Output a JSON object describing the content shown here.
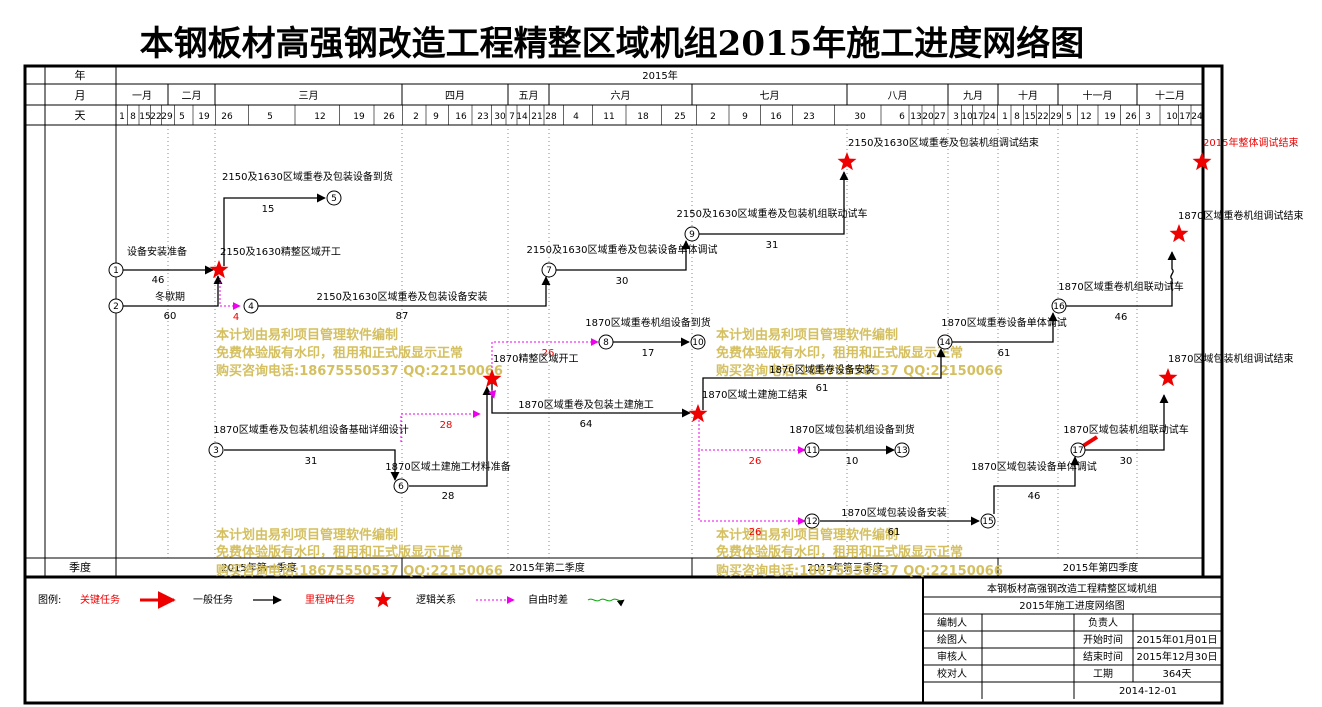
{
  "title": "本钢板材高强钢改造工程精整区域机组2015年施工进度网络图",
  "timescale": {
    "row_labels": {
      "year": "年",
      "month": "月",
      "day": "天",
      "quarter": "季度"
    },
    "year": "2015年",
    "months": [
      "一月",
      "二月",
      "三月",
      "四月",
      "五月",
      "六月",
      "七月",
      "八月",
      "九月",
      "十月",
      "十一月",
      "十二月"
    ],
    "day_ticks": [
      "1",
      "8",
      "15",
      "22",
      "29",
      "5",
      "19",
      "26",
      "5",
      "12",
      "19",
      "26",
      "2",
      "9",
      "16",
      "23",
      "30",
      "7",
      "14",
      "21",
      "28",
      "4",
      "11",
      "18",
      "25",
      "2",
      "9",
      "16",
      "23",
      "30",
      "6",
      "13",
      "20",
      "27",
      "3",
      "10",
      "17",
      "24",
      "1",
      "8",
      "15",
      "22",
      "29",
      "5",
      "12",
      "19",
      "26",
      "3",
      "10",
      "17",
      "24"
    ],
    "quarters": [
      "2015年第一季度",
      "2015年第二季度",
      "2015年第三季度",
      "2015年第四季度"
    ]
  },
  "nodes": [
    "1",
    "2",
    "3",
    "4",
    "5",
    "6",
    "7",
    "8",
    "9",
    "10",
    "11",
    "12",
    "13",
    "14",
    "15",
    "16",
    "17"
  ],
  "tasks": [
    {
      "name": "设备安装准备",
      "duration": "46"
    },
    {
      "name": "冬歇期",
      "duration": "60"
    },
    {
      "name": "2150及1630区域重卷及包装设备到货",
      "duration": "15"
    },
    {
      "name": "2150及1630精整区域开工",
      "duration": ""
    },
    {
      "name": "2150及1630区域重卷及包装设备安装",
      "duration": "87"
    },
    {
      "name": "2150及1630区域重卷及包装设备单体调试",
      "duration": "30"
    },
    {
      "name": "2150及1630区域重卷及包装机组联动试车",
      "duration": "31"
    },
    {
      "name": "2150及1630区域重卷及包装机组调试结束",
      "duration": ""
    },
    {
      "name": "1870区域重卷机组设备到货",
      "duration": "17"
    },
    {
      "name": "1870精整区域开工",
      "duration": ""
    },
    {
      "name": "1870区域重卷及包装机组设备基础详细设计",
      "duration": "31"
    },
    {
      "name": "1870区域土建施工材料准备",
      "duration": "28"
    },
    {
      "name": "1870区域重卷及包装土建施工",
      "duration": "64"
    },
    {
      "name": "1870区域土建施工结束",
      "duration": ""
    },
    {
      "name": "1870区域重卷设备安装",
      "duration": "61"
    },
    {
      "name": "1870区域包装机组设备到货",
      "duration": "10"
    },
    {
      "name": "1870区域包装设备安装",
      "duration": "61"
    },
    {
      "name": "1870区域重卷设备单体调试",
      "duration": "61"
    },
    {
      "name": "1870区域重卷机组联动试车",
      "duration": "46"
    },
    {
      "name": "1870区域重卷机组调试结束",
      "duration": ""
    },
    {
      "name": "1870区域包装设备单体调试",
      "duration": "46"
    },
    {
      "name": "1870区域包装机组联动试车",
      "duration": "30"
    },
    {
      "name": "1870区域包装机组调试结束",
      "duration": ""
    },
    {
      "name": "2015年整体调试结束",
      "duration": ""
    }
  ],
  "free_floats": [
    "4",
    "28",
    "26",
    "26",
    "26"
  ],
  "watermark": {
    "line1": "本计划由易利项目管理软件编制",
    "line2": "免费体验版有水印，租用和正式版显示正常",
    "line3": "购买咨询电话:18675550537 QQ:22150066"
  },
  "legend": {
    "label": "图例:",
    "critical": "关键任务",
    "normal": "一般任务",
    "milestone": "里程碑任务",
    "logic": "逻辑关系",
    "free_float": "自由时差"
  },
  "title_block": {
    "project": "本钢板材高强钢改造工程精整区域机组",
    "chart_name": "2015年施工进度网络图",
    "compiler_label": "编制人",
    "responsible_label": "负责人",
    "drafter_label": "绘图人",
    "start_label": "开始时间",
    "start_value": "2015年01月01日",
    "reviewer_label": "审核人",
    "end_label": "结束时间",
    "end_value": "2015年12月30日",
    "checker_label": "校对人",
    "period_label": "工期",
    "period_value": "364天",
    "date": "2014-12-01"
  },
  "colors": {
    "critical": "#ee0000",
    "normal": "#000000",
    "milestone": "#ee0000",
    "logic": "#ee00ee",
    "free_float": "#00aa00",
    "watermark": "#d4c060"
  }
}
